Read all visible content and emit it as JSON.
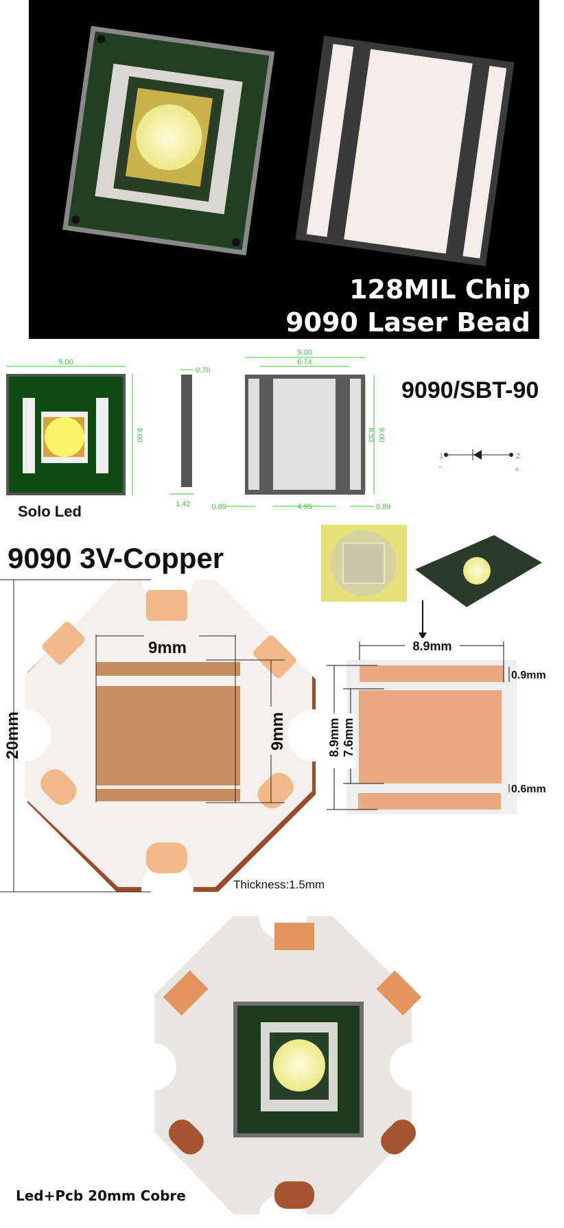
{
  "hero": {
    "line1": "128MIL Chip",
    "line2": "9090 Laser Bead"
  },
  "drawing": {
    "model": "9090/SBT-90",
    "front_label": "Solo Led",
    "dims": {
      "front_width": "9.00",
      "front_height": "9.00",
      "side_thickness": "0.70",
      "side_base": "1.42",
      "back_width": "9.00",
      "back_inner": "6.74",
      "back_height_inner": "8.53",
      "back_height": "9.00",
      "back_left": "0.89",
      "back_center": "4.95",
      "back_right": "0.89"
    },
    "pin1": "1",
    "pin2": "2",
    "pin1_sign": "−",
    "pin2_sign": "+"
  },
  "copper": {
    "title": "9090 3V-Copper",
    "width": "9mm",
    "height": "9mm",
    "overall": "20mm",
    "thickness": "Thickness:1.5mm",
    "pad_width": "8.9mm",
    "pad_height": "8.9mm",
    "center_pad": "7.6mm",
    "top_pad": "0.9mm",
    "gap": "0.6mm"
  },
  "bottom": {
    "caption": "Led+Pcb 20mm Cobre"
  },
  "colors": {
    "pcb_green": "#1f4a1c",
    "copper": "#e8a77c",
    "led_yellow": "#f5f07a",
    "dim_green": "#3ec43e"
  }
}
